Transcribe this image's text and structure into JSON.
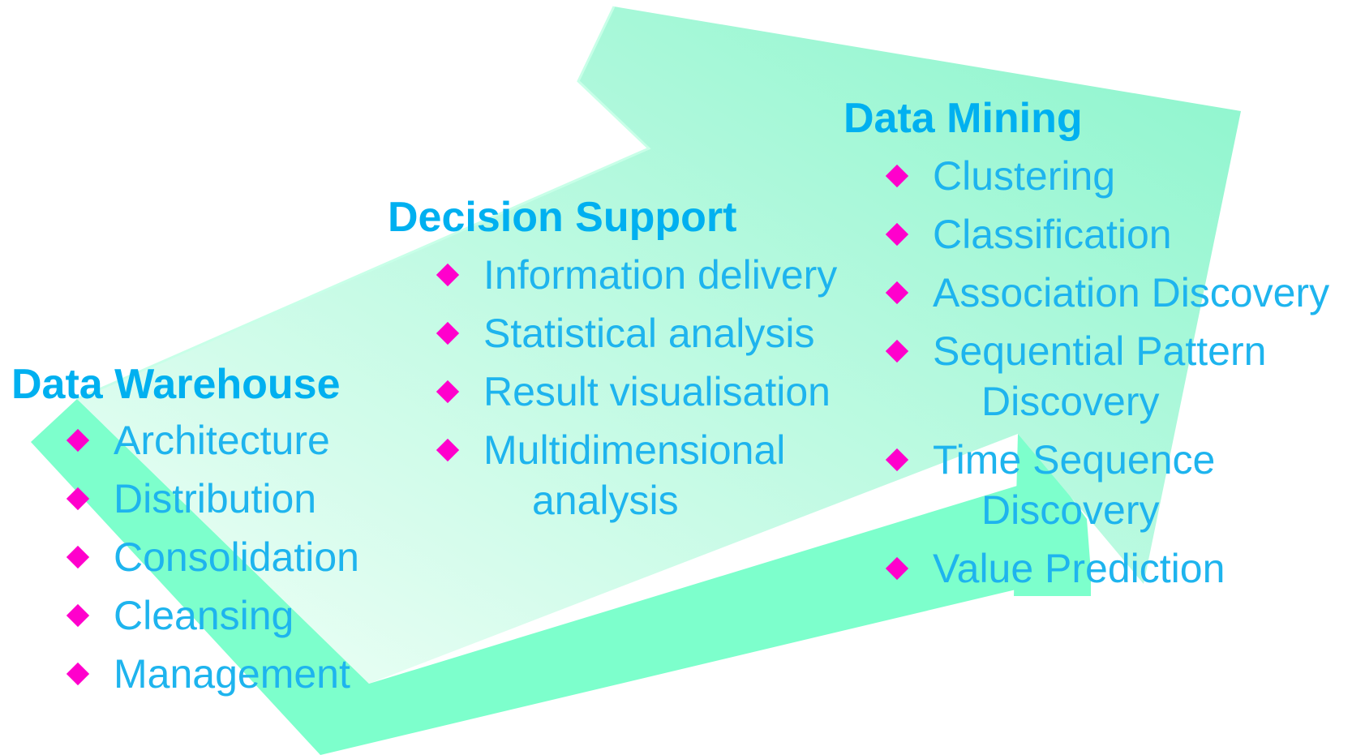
{
  "colors": {
    "heading": "#00B0F0",
    "item_text": "#1EB4EE",
    "bullet": "#FF00CC",
    "arrow_side": "#7DFFCC",
    "arrow_top_light": "#F2FFF8",
    "arrow_top_dark": "#8AF5CC",
    "arrow_edge": "#C8FFE8"
  },
  "bullet_icon": "diamond-bullet-icon",
  "columns": [
    {
      "id": "warehouse",
      "heading": "Data Warehouse",
      "items": [
        {
          "text": "Architecture"
        },
        {
          "text": "Distribution"
        },
        {
          "text": "Consolidation"
        },
        {
          "text": "Cleansing"
        },
        {
          "text": "Management"
        }
      ]
    },
    {
      "id": "decision",
      "heading": "Decision Support",
      "items": [
        {
          "text": "Information delivery"
        },
        {
          "text": "Statistical analysis"
        },
        {
          "text": "Result visualisation"
        },
        {
          "text": "Multidimensional",
          "cont": "analysis"
        }
      ]
    },
    {
      "id": "mining",
      "heading": "Data Mining",
      "items": [
        {
          "text": "Clustering"
        },
        {
          "text": "Classification"
        },
        {
          "text": "Association Discovery"
        },
        {
          "text": "Sequential Pattern",
          "cont": "Discovery"
        },
        {
          "text": "Time Sequence",
          "cont": "Discovery"
        },
        {
          "text": "Value Prediction"
        }
      ]
    }
  ]
}
